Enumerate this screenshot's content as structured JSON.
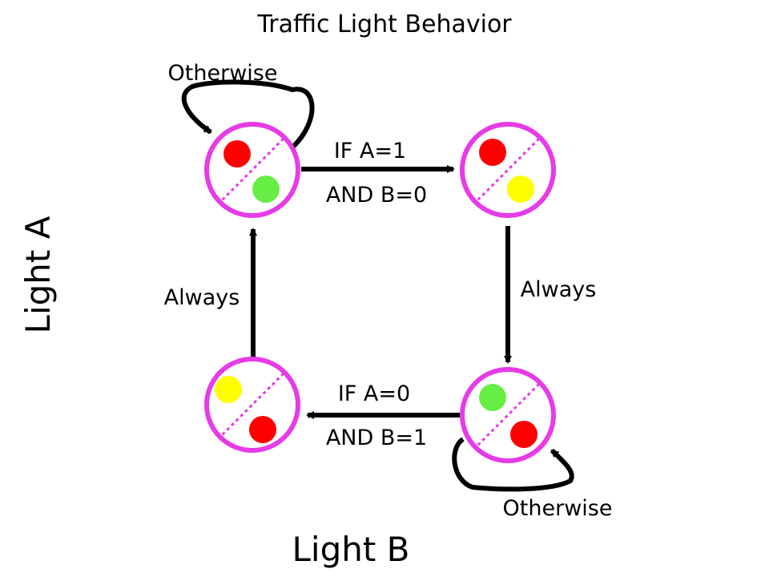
{
  "title": "Traffic Light Behavior",
  "axis_labels": {
    "vertical": "Light A",
    "horizontal": "Light B"
  },
  "colors": {
    "state_ring": "#e63be6",
    "divider": "#e63be6",
    "red": "#ff0000",
    "green": "#66ee44",
    "yellow": "#ffff00",
    "arrow": "#000000"
  },
  "states": [
    {
      "id": "s1",
      "light_a": "red",
      "light_b": "green"
    },
    {
      "id": "s2",
      "light_a": "red",
      "light_b": "yellow"
    },
    {
      "id": "s3",
      "light_a": "green",
      "light_b": "red"
    },
    {
      "id": "s4",
      "light_a": "yellow",
      "light_b": "red"
    }
  ],
  "transitions": [
    {
      "from": "s1",
      "to": "s2",
      "label_line1": "IF A=1",
      "label_line2": "AND B=0"
    },
    {
      "from": "s2",
      "to": "s3",
      "label": "Always"
    },
    {
      "from": "s3",
      "to": "s4",
      "label_line1": "IF A=0",
      "label_line2": "AND B=1"
    },
    {
      "from": "s4",
      "to": "s1",
      "label": "Always"
    },
    {
      "from": "s1",
      "to": "s1",
      "label": "Otherwise"
    },
    {
      "from": "s3",
      "to": "s3",
      "label": "Otherwise"
    }
  ]
}
